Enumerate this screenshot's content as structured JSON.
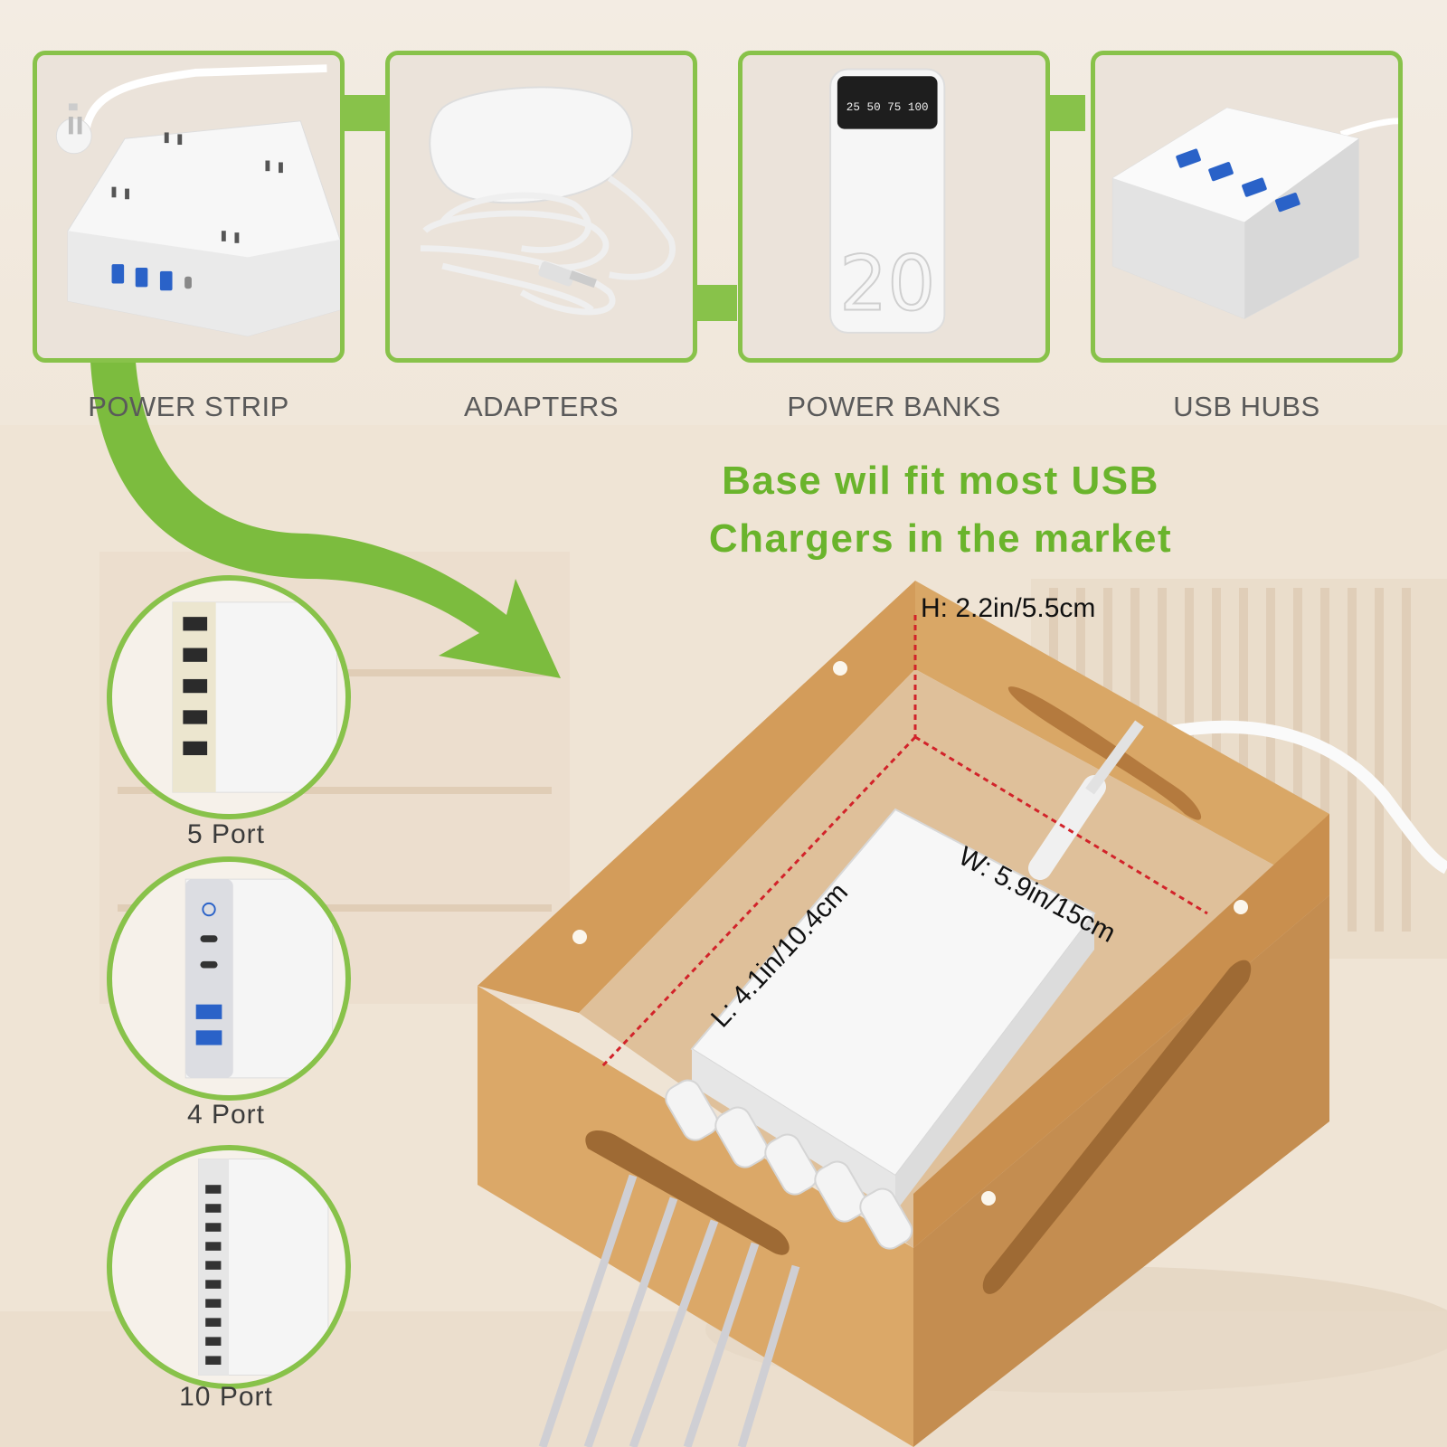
{
  "categories": [
    {
      "label": "POWER STRIP",
      "icon": "power-strip-icon"
    },
    {
      "label": "ADAPTERS",
      "icon": "adapter-icon"
    },
    {
      "label": "POWER BANKS",
      "icon": "power-bank-icon"
    },
    {
      "label": "USB HUBS",
      "icon": "usb-hub-icon"
    }
  ],
  "power_bank": {
    "display": "25 50 75 100",
    "capacity": "20"
  },
  "headline": {
    "line1": "Base wil fit most USB",
    "line2": "Chargers in the market"
  },
  "chargers": [
    {
      "label": "5 Port",
      "icon": "five-port-charger-icon"
    },
    {
      "label": "4 Port",
      "icon": "four-port-charger-icon"
    },
    {
      "label": "10 Port",
      "icon": "ten-port-charger-icon"
    }
  ],
  "dimensions": {
    "height": "H: 2.2in/5.5cm",
    "width": "W: 5.9in/15cm",
    "length": "L: 4.1in/10.4cm"
  },
  "colors": {
    "accent_green": "#88c24a",
    "headline_green": "#6ab42c",
    "wood": "#d9a96a",
    "dimension_line": "#d2232a"
  }
}
